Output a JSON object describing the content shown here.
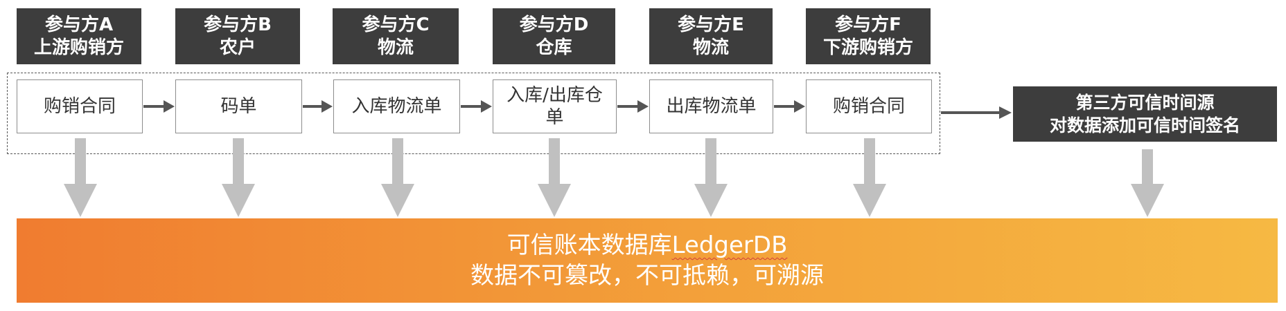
{
  "parties": [
    {
      "name": "参与方A",
      "role": "上游购销方",
      "doc": "购销合同"
    },
    {
      "name": "参与方B",
      "role": "农户",
      "doc": "码单"
    },
    {
      "name": "参与方C",
      "role": "物流",
      "doc": "入库物流单"
    },
    {
      "name": "参与方D",
      "role": "仓库",
      "doc": "入库/出库仓单"
    },
    {
      "name": "参与方E",
      "role": "物流",
      "doc": "出库物流单"
    },
    {
      "name": "参与方F",
      "role": "下游购销方",
      "doc": "购销合同"
    }
  ],
  "trusted_time_source": {
    "line1": "第三方可信时间源",
    "line2": "对数据添加可信时间签名"
  },
  "ledger": {
    "line1_prefix": "可信账本数据库",
    "line1_db": "LedgerDB",
    "line2": "数据不可篡改，不可抵赖，可溯源"
  },
  "colors": {
    "header_bg": "#3d3d3d",
    "arrow_dark": "#555555",
    "arrow_light": "#c0c0c0",
    "ledger_start": "#f07c30",
    "ledger_end": "#f6b943"
  }
}
